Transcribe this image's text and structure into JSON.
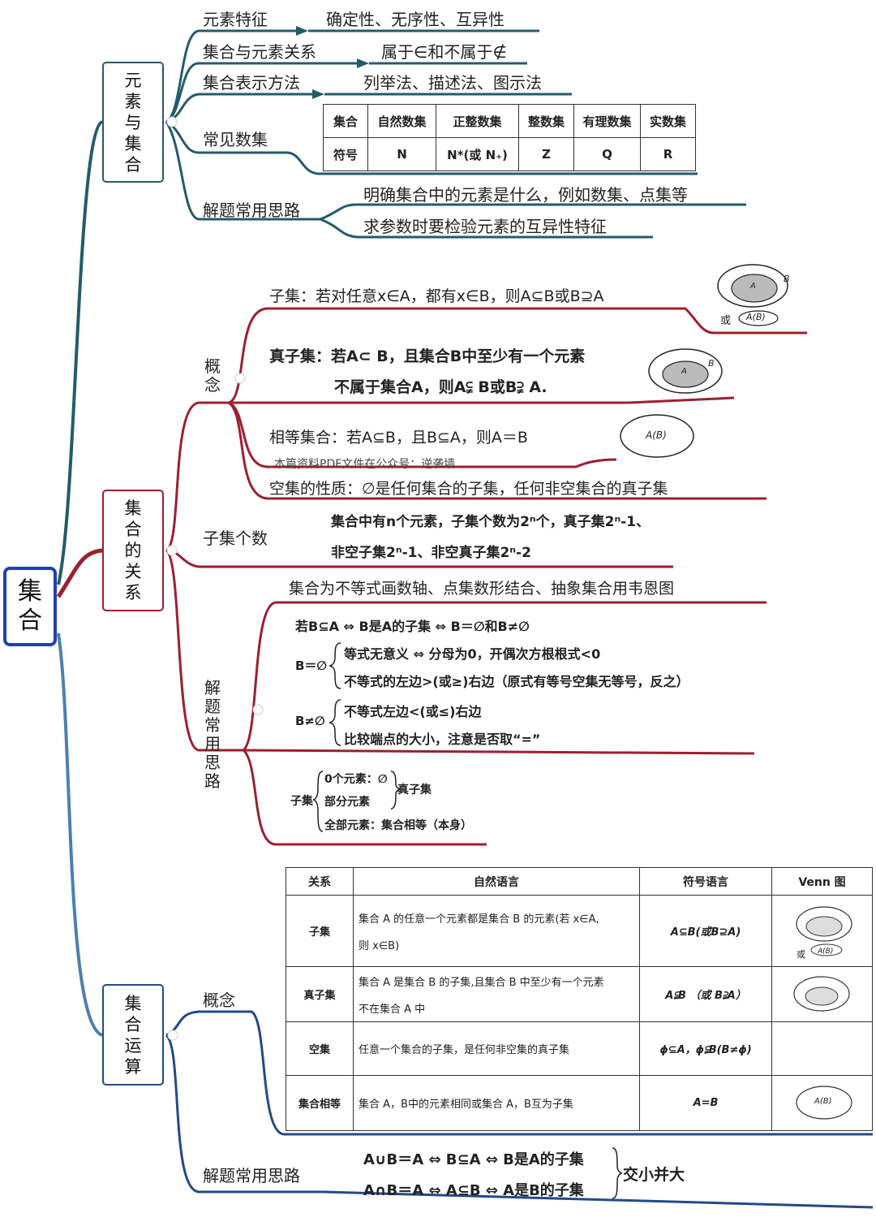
{
  "root": "集合",
  "branches": {
    "b1": {
      "label": "元素与集合"
    },
    "b2": {
      "label": "集合的关系"
    },
    "b3": {
      "label": "集合运算"
    }
  },
  "s1": {
    "elem_feature": {
      "label": "元素特征",
      "value": "确定性、无序性、互异性"
    },
    "relation": {
      "label": "集合与元素关系",
      "value": "属于∈和不属于∉"
    },
    "repr": {
      "label": "集合表示方法",
      "value": "列举法、描述法、图示法"
    },
    "common": {
      "label": "常见数集"
    },
    "table": {
      "row1": [
        "集合",
        "自然数集",
        "正整数集",
        "整数集",
        "有理数集",
        "实数集"
      ],
      "row2": [
        "符号",
        "N",
        "N*(或 N₊)",
        "Z",
        "Q",
        "R"
      ]
    },
    "tips": {
      "label": "解题常用思路",
      "line1": "明确集合中的元素是什么，例如数集、点集等",
      "line2": "求参数时要检验元素的互异性特征"
    }
  },
  "s2": {
    "concept_label": "概念",
    "subset": "子集：若对任意x∈A，都有x∈B，则A⊆B或B⊇A",
    "proper1": "真子集：若A⊂ B，且集合B中至少有一个元素",
    "proper2": "不属于集合A，则A⫋ B或B⫌ A.",
    "equal": "相等集合：若A⊆B，且B⊆A，则A＝B",
    "note": "本篇资料PDF文件在公众号：逆袭墙",
    "empty": "空集的性质：∅是任何集合的子集，任何非空集合的真子集",
    "count_label": "子集个数",
    "count1": "集合中有n个元素，子集个数为2ⁿ个，真子集2ⁿ-1、",
    "count2": "非空子集2ⁿ-1、非空真子集2ⁿ-2",
    "tips_label": "解题常用思路",
    "tip_top": "集合为不等式画数轴、点集数形结合、抽象集合用韦恩图",
    "tip1": "若B⊆A ⇔ B是A的子集 ⇔ B＝∅和B≠∅",
    "b_empty": "B＝∅",
    "b_empty_1": "等式无意义 ⇔ 分母为0，开偶次方根根式<0",
    "b_empty_2": "不等式的左边>(或≥)右边（原式有等号空集无等号，反之）",
    "b_nonempty": "B≠∅",
    "b_nonempty_1": "不等式左边<(或≤)右边",
    "b_nonempty_2": "比较端点的大小，注意是否取“=”",
    "sub_label": "子集",
    "sub_1": "0个元素：∅",
    "sub_2": "部分元素",
    "sub_3": "全部元素：集合相等（本身）",
    "sub_proper": "真子集",
    "venn": {
      "b": "B",
      "a": "A",
      "or": "或",
      "ab": "A(B)"
    }
  },
  "s3": {
    "concept_label": "概念",
    "headers": [
      "关系",
      "自然语言",
      "符号语言",
      "Venn 图"
    ],
    "rows": [
      {
        "name": "子集",
        "text1": "集合 A 的任意一个元素都是集合 B 的元素(若 x∈A,",
        "text2": "则 x∈B)",
        "sym": "A⊆B(或B⊇A)",
        "or": "或",
        "ab": "A(B)"
      },
      {
        "name": "真子集",
        "text1": "集合 A 是集合 B 的子集,且集合 B 中至少有一个元素",
        "text2": "不在集合 A 中",
        "sym": "A⫋B （或 B⫌A）"
      },
      {
        "name": "空集",
        "text1": "任意一个集合的子集，是任何非空集的真子集",
        "sym": "ϕ⊆A，ϕ⫋B(B≠ϕ)"
      },
      {
        "name": "集合相等",
        "text1": "集合 A，B中的元素相同或集合 A，B互为子集",
        "sym": "A=B",
        "ab": "A(B)"
      }
    ],
    "tips_label": "解题常用思路",
    "tip1": "A∪B＝A ⇔ B⊆A ⇔ B是A的子集",
    "tip2": "A∩B＝A ⇔ A⊆B ⇔ A是B的子集",
    "tip_side": "交小并大"
  },
  "colors": {
    "teal": "#245b6a",
    "red": "#9b2030",
    "blue": "#234a86",
    "root_border": "#1f3fb5"
  }
}
